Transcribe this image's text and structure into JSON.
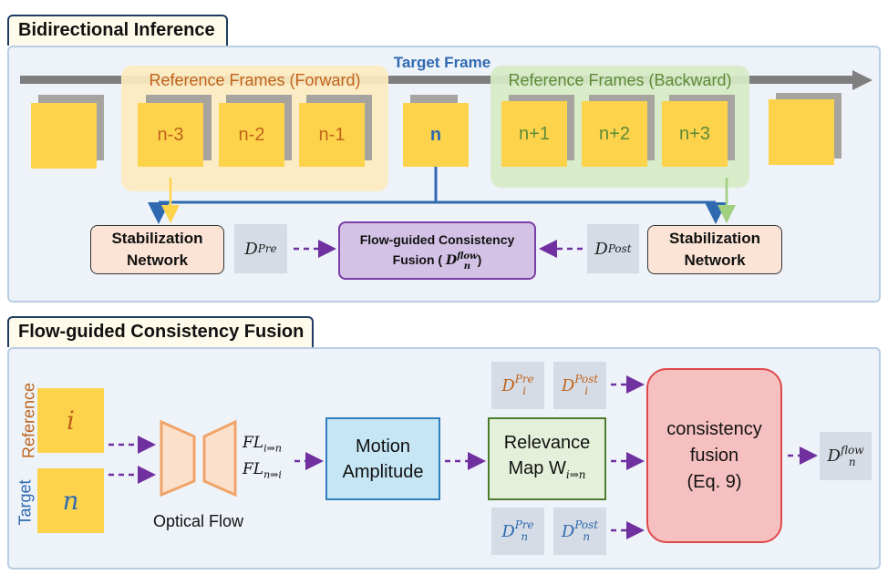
{
  "sections": {
    "bidirectional_title": "Bidirectional Inference",
    "fusion_title": "Flow-guided Consistency Fusion"
  },
  "top": {
    "target_frame_label": "Target Frame",
    "forward_label": "Reference Frames (Forward)",
    "backward_label": "Reference Frames (Backward)",
    "frames_forward": [
      "n-3",
      "n-2",
      "n-1"
    ],
    "frame_target": "n",
    "frames_backward": [
      "n+1",
      "n+2",
      "n+3"
    ],
    "stab_left": [
      "Stabilization",
      "Network"
    ],
    "stab_right": [
      "Stabilization",
      "Network"
    ],
    "d_pre": {
      "base": "D",
      "sup": "Pre"
    },
    "d_post": {
      "base": "D",
      "sup": "Post"
    },
    "fusion_box": {
      "line1": "Flow-guided Consistency",
      "line2_prefix": "Fusion (",
      "d_base": "D",
      "d_sub": "n",
      "d_sup": "flow",
      "line2_suffix": ")"
    }
  },
  "bottom": {
    "reference_label": "Reference",
    "target_label": "Target",
    "ref_symbol": "i",
    "target_symbol": "n",
    "optical_flow_label": "Optical Flow",
    "fl_1": {
      "base": "FL",
      "sub": "i⇒n"
    },
    "fl_2": {
      "base": "FL",
      "sub": "n⇒i"
    },
    "motion_amplitude": [
      "Motion",
      "Amplitude"
    ],
    "relevance_map": {
      "line1": "Relevance",
      "line2_prefix": "Map W",
      "sub": "i⇒n"
    },
    "d_i_pre": {
      "base": "D",
      "sub": "i",
      "sup": "Pre"
    },
    "d_i_post": {
      "base": "D",
      "sub": "i",
      "sup": "Post"
    },
    "d_n_pre": {
      "base": "D",
      "sub": "n",
      "sup": "Pre"
    },
    "d_n_post": {
      "base": "D",
      "sub": "n",
      "sup": "Post"
    },
    "consistency_fusion": [
      "consistency",
      "fusion",
      "(Eq. 9)"
    ],
    "d_n_flow": {
      "base": "D",
      "sub": "n",
      "sup": "flow"
    }
  },
  "colors": {
    "frame": "#fdd34c",
    "forward_region": "#fdebc0",
    "backward_region": "#d7ebc6",
    "stabilization": "#fbe4d6",
    "fusion_box": "#d4c2e6",
    "fusion_border": "#7a3ea6",
    "motion_box": "#c6e6f5",
    "motion_border": "#2f7fbf",
    "relevance_box": "#e4f0da",
    "relevance_border": "#4e7d2d",
    "consistency_box": "#f6c0c0",
    "consistency_border": "#e0484b",
    "arrow_dashed": "#7030a0",
    "arrow_blue": "#2f6ab0"
  }
}
